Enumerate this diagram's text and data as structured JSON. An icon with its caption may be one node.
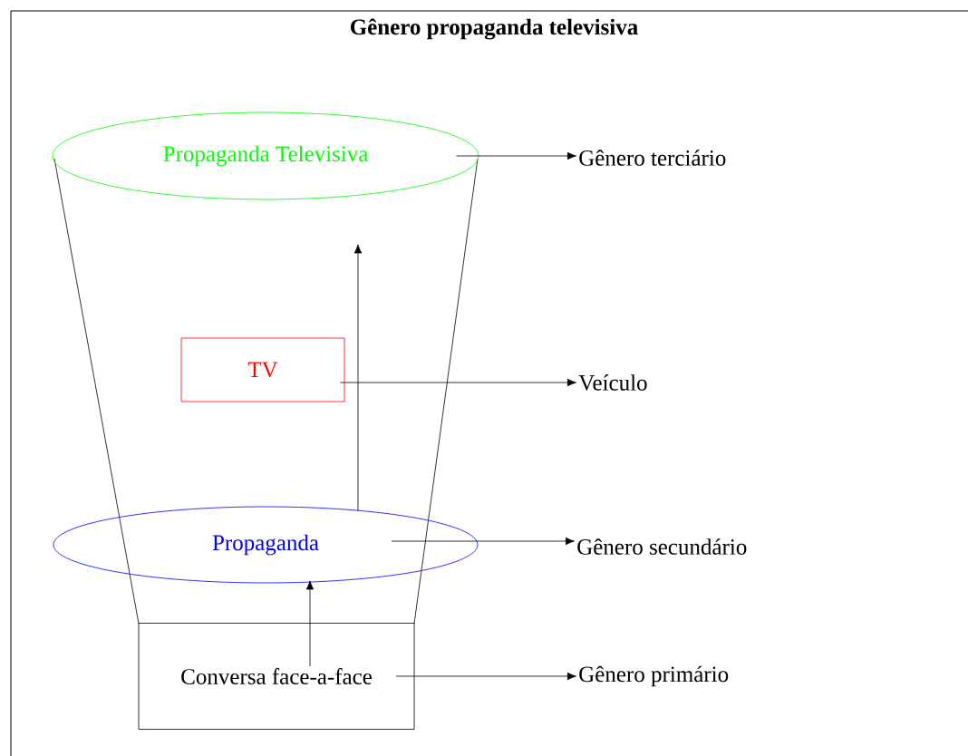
{
  "diagram": {
    "title": "Gênero propaganda televisiva",
    "nodes": [
      {
        "text": [
          "Propaganda Televisiva"
        ]
      },
      {
        "text": [
          "Gênero terciário"
        ]
      },
      {
        "text": [
          "TV"
        ]
      },
      {
        "text": [
          "Veículo"
        ]
      },
      {
        "text": [
          "Propaganda"
        ]
      },
      {
        "text": [
          "Gênero secundário"
        ]
      },
      {
        "text": [
          "Conversa face-a-face"
        ]
      },
      {
        "text": [
          "Gênero primário"
        ]
      }
    ],
    "edges": [
      {
        "from": 0,
        "to": 1,
        "arrow": "to"
      },
      {
        "from": 2,
        "to": 3,
        "arrow": "to"
      },
      {
        "from": 4,
        "to": 5,
        "arrow": "to"
      },
      {
        "from": 6,
        "to": 7,
        "arrow": "to"
      },
      {
        "from": 4,
        "to": 0,
        "arrow": "to"
      },
      {
        "from": 6,
        "to": 4,
        "arrow": "to"
      }
    ]
  }
}
